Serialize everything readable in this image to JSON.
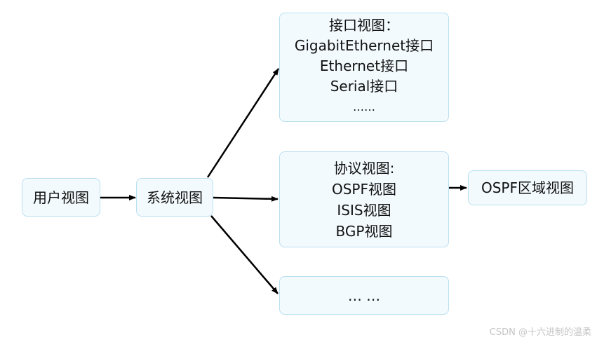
{
  "nodes": {
    "user_view": {
      "label": "用户视图"
    },
    "system_view": {
      "label": "系统视图"
    },
    "interface_view": {
      "lines": [
        "接口视图：",
        "GigabitEthernet接口",
        "Ethernet接口",
        "Serial接口",
        "……"
      ]
    },
    "protocol_view": {
      "lines": [
        "协议视图:",
        "OSPF视图",
        "ISIS视图",
        "BGP视图"
      ]
    },
    "other_view": {
      "label": "… …"
    },
    "ospf_area_view": {
      "label": "OSPF区域视图"
    }
  },
  "watermark": "CSDN @十六进制的温柔"
}
